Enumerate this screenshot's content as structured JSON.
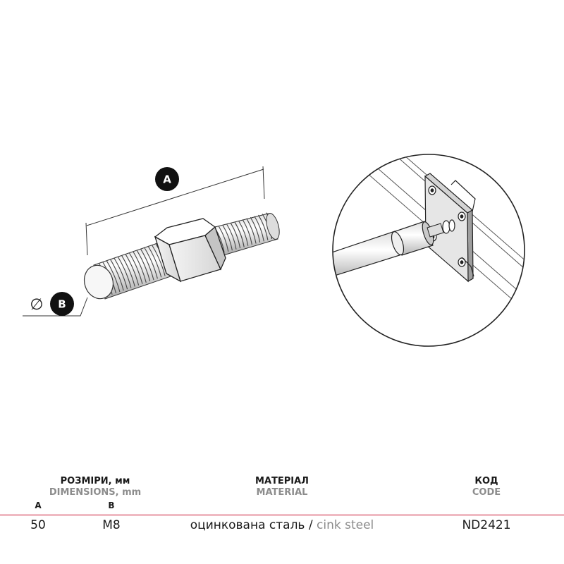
{
  "drawing": {
    "label_a": "A",
    "label_b": "B",
    "diameter_symbol": "∅"
  },
  "table": {
    "dimensions": {
      "header_uk": "РОЗМІРИ, мм",
      "header_en": "DIMENSIONS, mm",
      "col_a": "A",
      "col_b": "B"
    },
    "material": {
      "header_uk": "МАТЕРІАЛ",
      "header_en": "MATERIAL"
    },
    "code": {
      "header_uk": "КОД",
      "header_en": "CODE"
    },
    "row": {
      "a": "50",
      "b": "M8",
      "material_uk": "оцинкована сталь",
      "material_sep": " / ",
      "material_en": "cink steel",
      "code": "ND2421"
    }
  },
  "colors": {
    "accent": "#c8102e",
    "ink": "#1a1a1a",
    "secondary": "#8c8c8c"
  }
}
